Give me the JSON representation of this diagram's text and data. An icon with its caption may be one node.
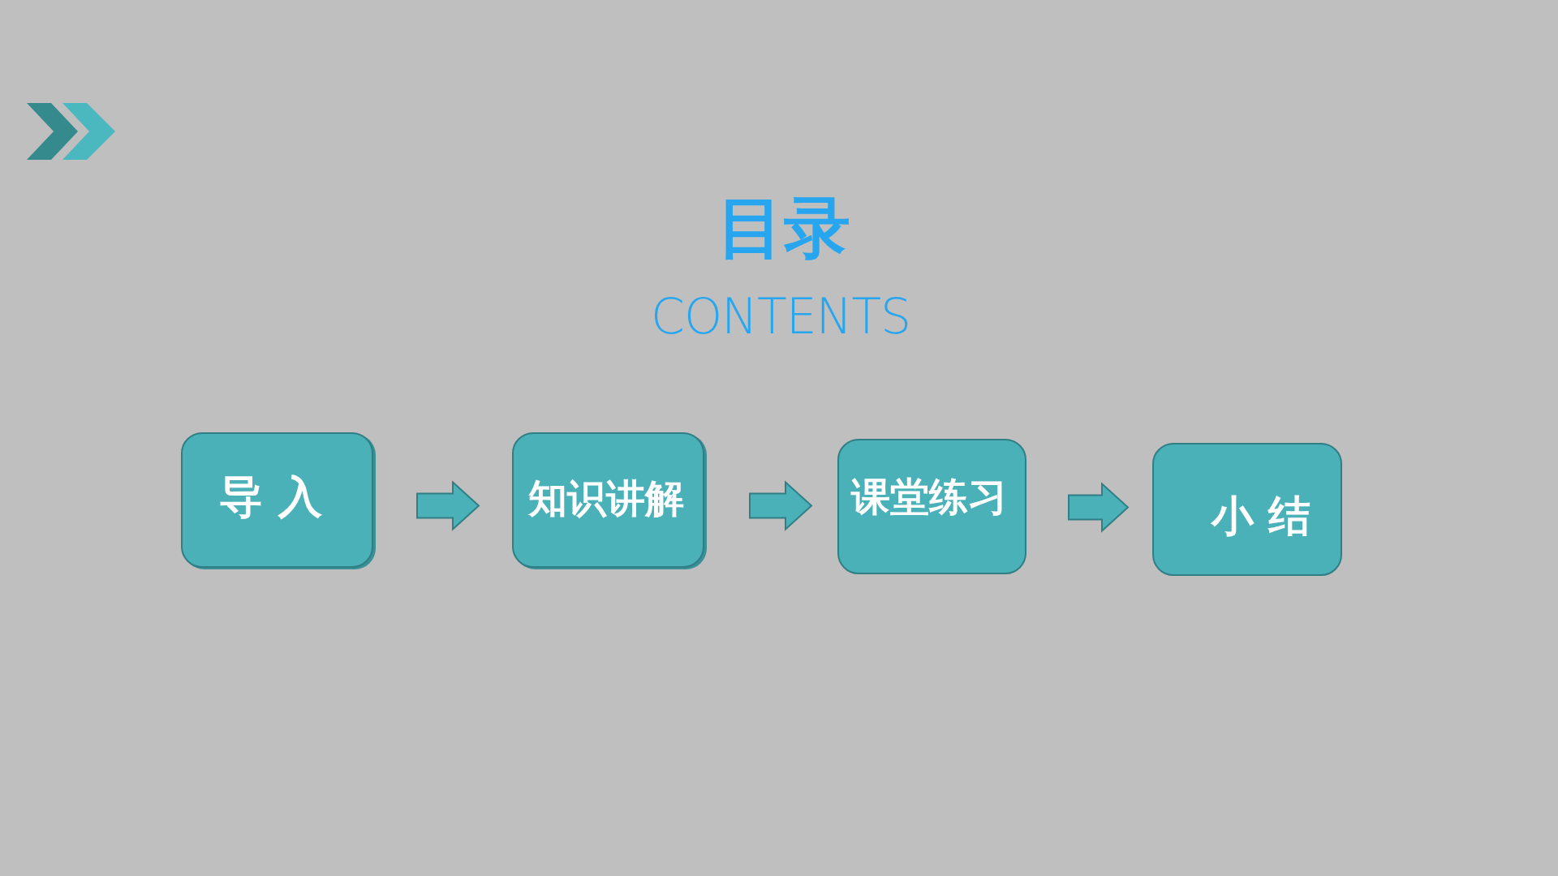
{
  "diagram": {
    "title": "目录",
    "labels": [
      "CONTENTS"
    ],
    "nodes": [
      {
        "text": [
          "导 入"
        ]
      },
      {
        "text": [
          "知识讲解"
        ]
      },
      {
        "text": [
          "课堂练习"
        ]
      },
      {
        "text": [
          "小 结"
        ]
      }
    ],
    "edges": [
      {
        "from": 0,
        "to": 1,
        "arrow": "to"
      },
      {
        "from": 1,
        "to": 2,
        "arrow": "to"
      },
      {
        "from": 2,
        "to": 3,
        "arrow": "to"
      }
    ]
  }
}
